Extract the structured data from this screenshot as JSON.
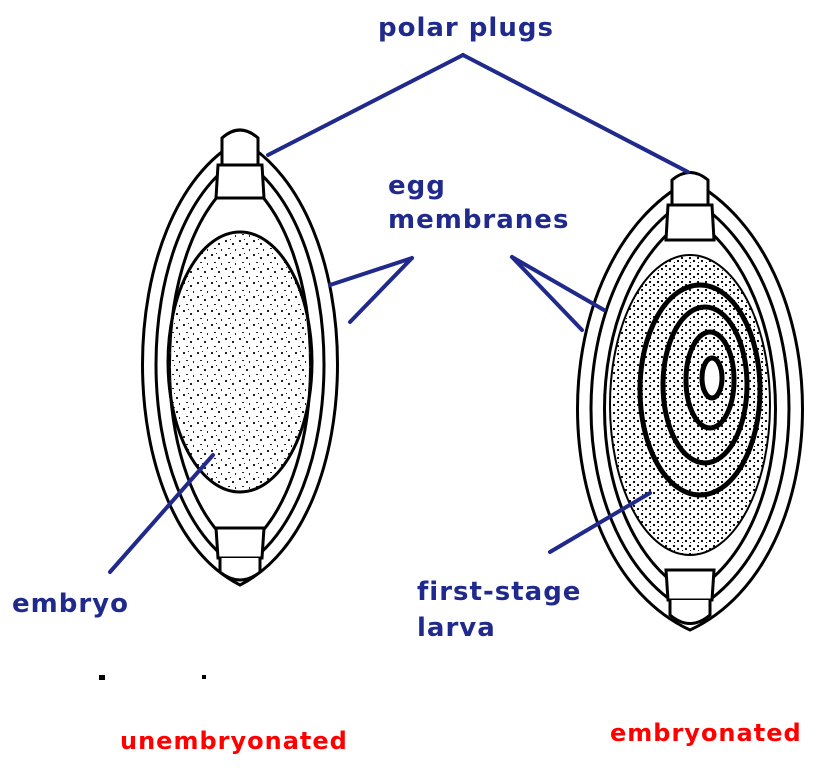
{
  "labels": {
    "polar_plugs": "polar plugs",
    "egg": "egg",
    "membranes": "membranes",
    "embryo": "embryo",
    "first_stage": "first-stage",
    "larva": "larva",
    "unembryonated": "unembryonated",
    "embryonated": "embryonated"
  },
  "colors": {
    "label_blue": "#1f2a8c",
    "caption_red": "#ff0000",
    "outline": "#000000",
    "background": "#ffffff"
  }
}
